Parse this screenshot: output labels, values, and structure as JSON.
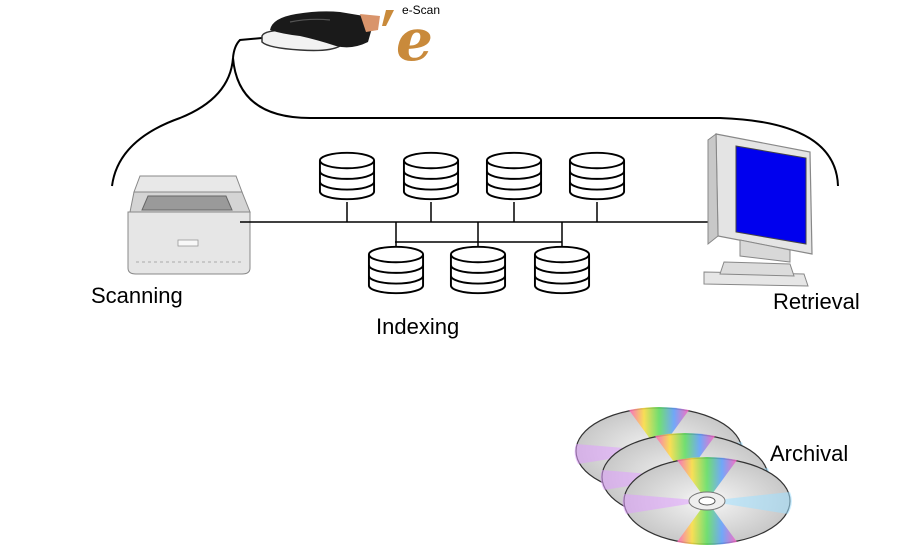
{
  "logo": {
    "wordmark": "e-Scan",
    "letter": "e",
    "colors": {
      "letter": "#c98a3b",
      "hand": "#1a1a1a",
      "skin": "#d9946b"
    }
  },
  "stages": {
    "scanning": "Scanning",
    "indexing": "Indexing",
    "retrieval": "Retrieval",
    "archival": "Archival"
  },
  "icons": {
    "scanner": "scanner-icon",
    "database": "database-icon",
    "monitor": "monitor-icon",
    "disc": "optical-disc-icon"
  },
  "colors": {
    "screen": "#0000ee",
    "device": "#e4e4e4",
    "line": "#000000"
  }
}
